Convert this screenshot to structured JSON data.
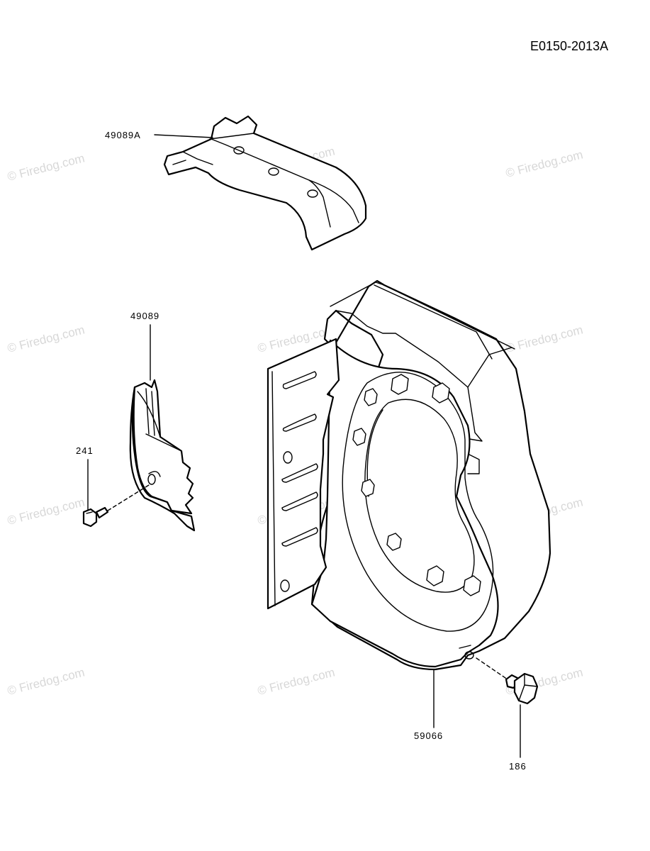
{
  "document": {
    "code": "E0150-2013A"
  },
  "watermark": {
    "text": "© Firedog.com",
    "color": "#d8d8d8"
  },
  "parts": [
    {
      "id": "49089A"
    },
    {
      "id": "49089"
    },
    {
      "id": "241"
    },
    {
      "id": "59066"
    },
    {
      "id": "186"
    }
  ]
}
